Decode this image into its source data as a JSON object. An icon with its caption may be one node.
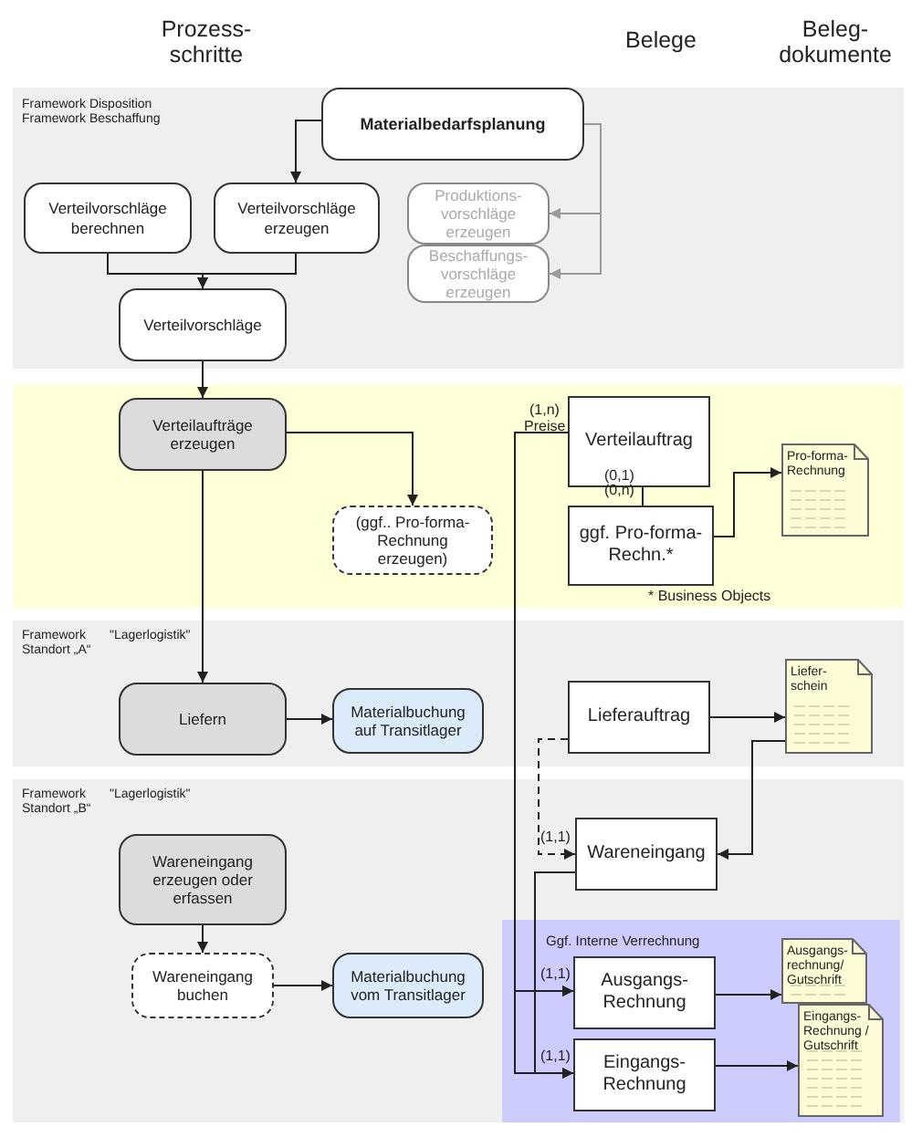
{
  "diagram": {
    "nodes": [
      {
        "text": [
          "Framework Disposition",
          "Framework Beschaffung"
        ]
      },
      {
        "text": [
          "Materialbedarfsplanung"
        ],
        "in": 0
      },
      {
        "text": [
          "Verteilvorschläge berechnen"
        ],
        "in": 0
      },
      {
        "text": [
          "Verteilvorschläge erzeugen"
        ],
        "in": 0
      },
      {
        "text": [
          "Produktions- vorschläge erzeugen"
        ],
        "in": 0
      },
      {
        "text": [
          "Beschaffungs- vorschläge erzeugen"
        ],
        "in": 0
      },
      {
        "text": [
          "Verteilvorschläge"
        ],
        "in": 0
      },
      {
        "text": [],
        "shape": "box"
      },
      {
        "text": [
          "Verteilaufträge erzeugen"
        ],
        "in": 7
      },
      {
        "text": [
          "(ggf.. Pro-forma- Rechnung erzeugen)"
        ],
        "in": 7
      },
      {
        "text": [
          "Verteilauftrag"
        ],
        "in": 7,
        "beside": [
          "(1,n)",
          "Preise"
        ]
      },
      {
        "text": [
          "ggf. Pro-forma- Rechn.*"
        ],
        "in": 7
      },
      {
        "text": [
          "Pro-forma- Rechnung"
        ],
        "in": 7
      },
      {
        "text": [
          "Framework",
          "\"Lagerlogistik\"",
          "Standort „A“"
        ]
      },
      {
        "text": [
          "Liefern"
        ],
        "in": 13
      },
      {
        "text": [
          "Materialbuchung auf Transitlager"
        ],
        "in": 13
      },
      {
        "text": [
          "Lieferauftrag"
        ],
        "in": 13
      },
      {
        "text": [
          "Liefer- schein"
        ],
        "in": 13
      },
      {
        "text": [
          "Framework",
          "\"Lagerlogistik\"",
          "Standort „B“"
        ]
      },
      {
        "text": [
          "Wareneingang erzeugen oder erfassen"
        ],
        "in": 18
      },
      {
        "text": [
          "Wareneingang buchen"
        ],
        "in": 18
      },
      {
        "text": [
          "Materialbuchung vom Transitlager"
        ],
        "in": 18
      },
      {
        "text": [
          "Wareneingang"
        ],
        "in": 18
      },
      {
        "text": [
          "Ggf. Interne Verrechnung"
        ],
        "in": 18
      },
      {
        "text": [
          "Ausgangs- Rechnung"
        ],
        "in": 23
      },
      {
        "text": [
          "Eingangs- Rechnung"
        ],
        "in": 23
      },
      {
        "text": [
          "Ausgangs- rechnung/ Gutschrift"
        ],
        "in": 23
      },
      {
        "text": [
          "Eingangs- Rechnung / Gutschrift"
        ],
        "in": 23
      }
    ],
    "edges": [
      {
        "from": 1,
        "to": 3,
        "arrow": "to"
      },
      {
        "from": 1,
        "to": 4,
        "arrow": "to",
        "color": "#9a9a9a"
      },
      {
        "from": 1,
        "to": 5,
        "arrow": "to",
        "color": "#9a9a9a"
      },
      {
        "from": 2,
        "to": 6,
        "arrow": "to"
      },
      {
        "from": 3,
        "to": 6,
        "arrow": "to"
      },
      {
        "from": 6,
        "to": 8,
        "arrow": "to"
      },
      {
        "from": 8,
        "to": 9,
        "arrow": "to"
      },
      {
        "from": 8,
        "to": 14,
        "arrow": "to"
      },
      {
        "from": 10,
        "to": 11,
        "arrow": "none"
      },
      {
        "from": 11,
        "to": 12,
        "arrow": "to"
      },
      {
        "from": 14,
        "to": 15,
        "arrow": "to"
      },
      {
        "from": 16,
        "to": 17,
        "arrow": "to"
      },
      {
        "from": 17,
        "to": 22,
        "arrow": "to"
      },
      {
        "from": 16,
        "to": 22,
        "arrow": "to",
        "style": "dashed"
      },
      {
        "from": 19,
        "to": 20,
        "arrow": "to"
      },
      {
        "from": 20,
        "to": 21,
        "arrow": "to"
      },
      {
        "from": 10,
        "to": 24,
        "arrow": "to"
      },
      {
        "from": 10,
        "to": 25,
        "arrow": "to"
      },
      {
        "from": 22,
        "to": 24,
        "arrow": "to"
      },
      {
        "from": 22,
        "to": 25,
        "arrow": "to"
      },
      {
        "from": 24,
        "to": 26,
        "arrow": "to"
      },
      {
        "from": 25,
        "to": 27,
        "arrow": "to"
      }
    ],
    "labels": [
      "Prozess- schritte",
      "Belege",
      "Beleg- dokumente",
      "(0,1)",
      "(0,n)",
      "* Business Objects",
      "(1,1)",
      "(1,1)",
      "(1,1)"
    ]
  }
}
